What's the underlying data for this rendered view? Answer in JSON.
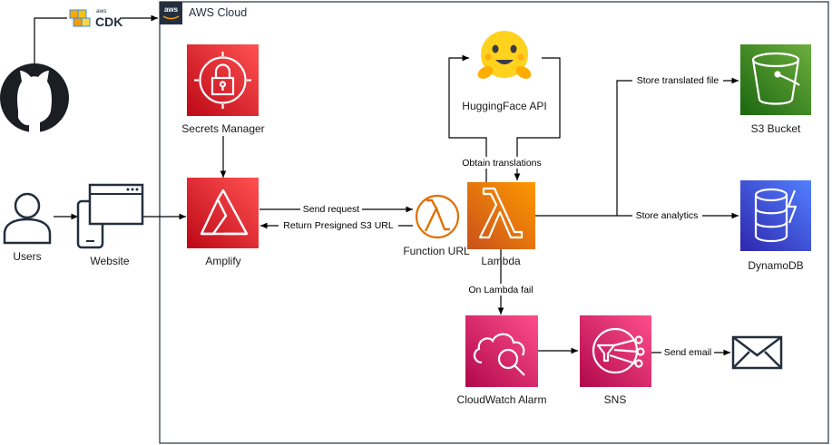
{
  "cloud": {
    "label": "AWS Cloud",
    "badge": "aws"
  },
  "cdk": {
    "small": "aws",
    "label": "CDK"
  },
  "nodes": {
    "users": "Users",
    "website": "Website",
    "amplify": "Amplify",
    "secrets_manager": "Secrets Manager",
    "function_url": "Function URL",
    "lambda": "Lambda",
    "huggingface_api": "HuggingFace API",
    "s3_bucket": "S3 Bucket",
    "dynamodb": "DynamoDB",
    "cloudwatch_alarm": "CloudWatch Alarm",
    "sns": "SNS"
  },
  "edges": {
    "send_request": "Send request",
    "return_presigned": "Return Presigned S3 URL",
    "obtain_translations": "Obtain translations",
    "store_translated": "Store translated file",
    "store_analytics": "Store analytics",
    "on_lambda_fail": "On Lambda fail",
    "send_email": "Send email"
  },
  "colors": {
    "security_red": "#dd344c",
    "frontend_red": "#dd344c",
    "compute_orange": "#ed7100",
    "storage_green": "#3f8624",
    "database_blue": "#3b48cc",
    "management_pink": "#e7157b",
    "aws_dark": "#232f3e",
    "github_dark": "#1b1f23",
    "hf_yellow": "#ffd21e"
  },
  "icons": {
    "github": "github-icon",
    "cdk": "cdk-icon",
    "users": "user-icon",
    "website": "browser-mobile-icon",
    "secrets_manager": "lock-icon",
    "amplify": "amplify-icon",
    "function_url": "lambda-outline-icon",
    "lambda": "lambda-icon",
    "huggingface": "hugging-face-emoji-icon",
    "s3": "bucket-icon",
    "dynamodb": "database-icon",
    "cloudwatch": "cloud-magnifier-icon",
    "sns": "notification-icon",
    "email": "envelope-icon"
  }
}
